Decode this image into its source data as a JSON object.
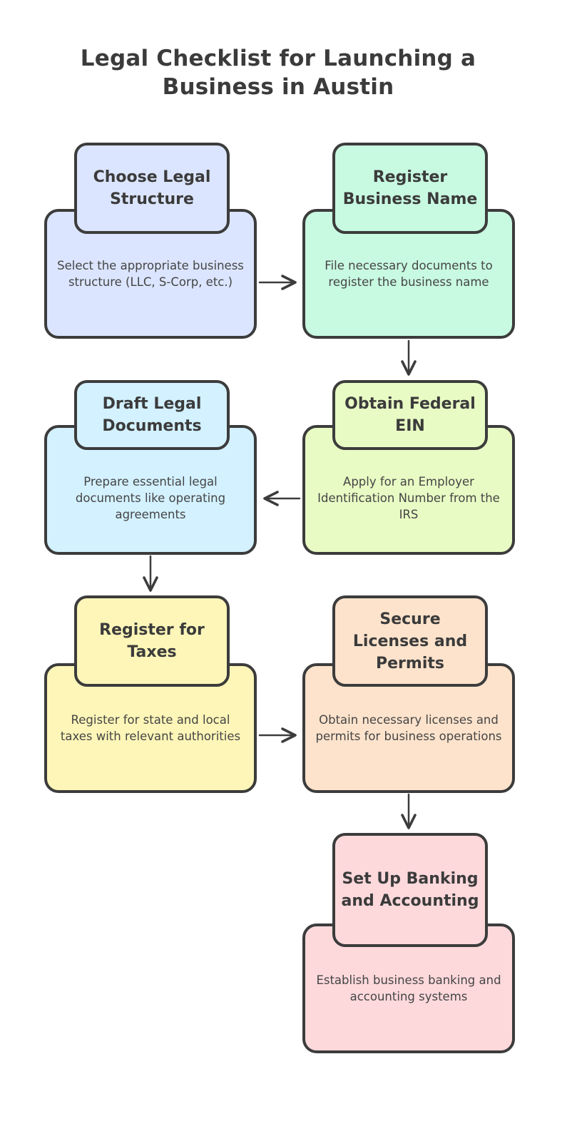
{
  "title": "Legal Checklist for Launching a Business in Austin",
  "colors": {
    "stroke": "#3c3c3c",
    "blue": "#dbe5ff",
    "mint": "#c8f9e1",
    "lime": "#e8fbc4",
    "sky": "#d3f1ff",
    "yellow": "#fdf6b8",
    "peach": "#fde3cc",
    "pink": "#fdd9dc"
  },
  "steps": [
    {
      "heading": "Choose Legal Structure",
      "description": "Select the appropriate business structure (LLC, S-Corp, etc.)"
    },
    {
      "heading": "Register Business Name",
      "description": "File necessary documents to register the business name"
    },
    {
      "heading": "Obtain Federal EIN",
      "description": "Apply for an Employer Identification Number from the IRS"
    },
    {
      "heading": "Draft Legal Documents",
      "description": "Prepare essential legal documents like operating agreements"
    },
    {
      "heading": "Register for Taxes",
      "description": "Register for state and local taxes with relevant authorities"
    },
    {
      "heading": "Secure Licenses and Permits",
      "description": "Obtain necessary licenses and permits for business operations"
    },
    {
      "heading": "Set Up Banking and Accounting",
      "description": "Establish business banking and accounting systems"
    }
  ]
}
